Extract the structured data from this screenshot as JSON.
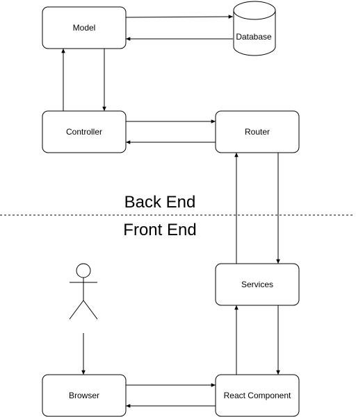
{
  "nodes": {
    "model": "Model",
    "database": "Database",
    "controller": "Controller",
    "router": "Router",
    "services": "Services",
    "browser": "Browser",
    "react_component": "React Component"
  },
  "sections": {
    "back_end": "Back End",
    "front_end": "Front End"
  },
  "colors": {
    "stroke": "#000000",
    "fill": "#ffffff"
  },
  "icons": {
    "actor": "user-stick-figure-icon",
    "database": "database-cylinder-icon"
  }
}
